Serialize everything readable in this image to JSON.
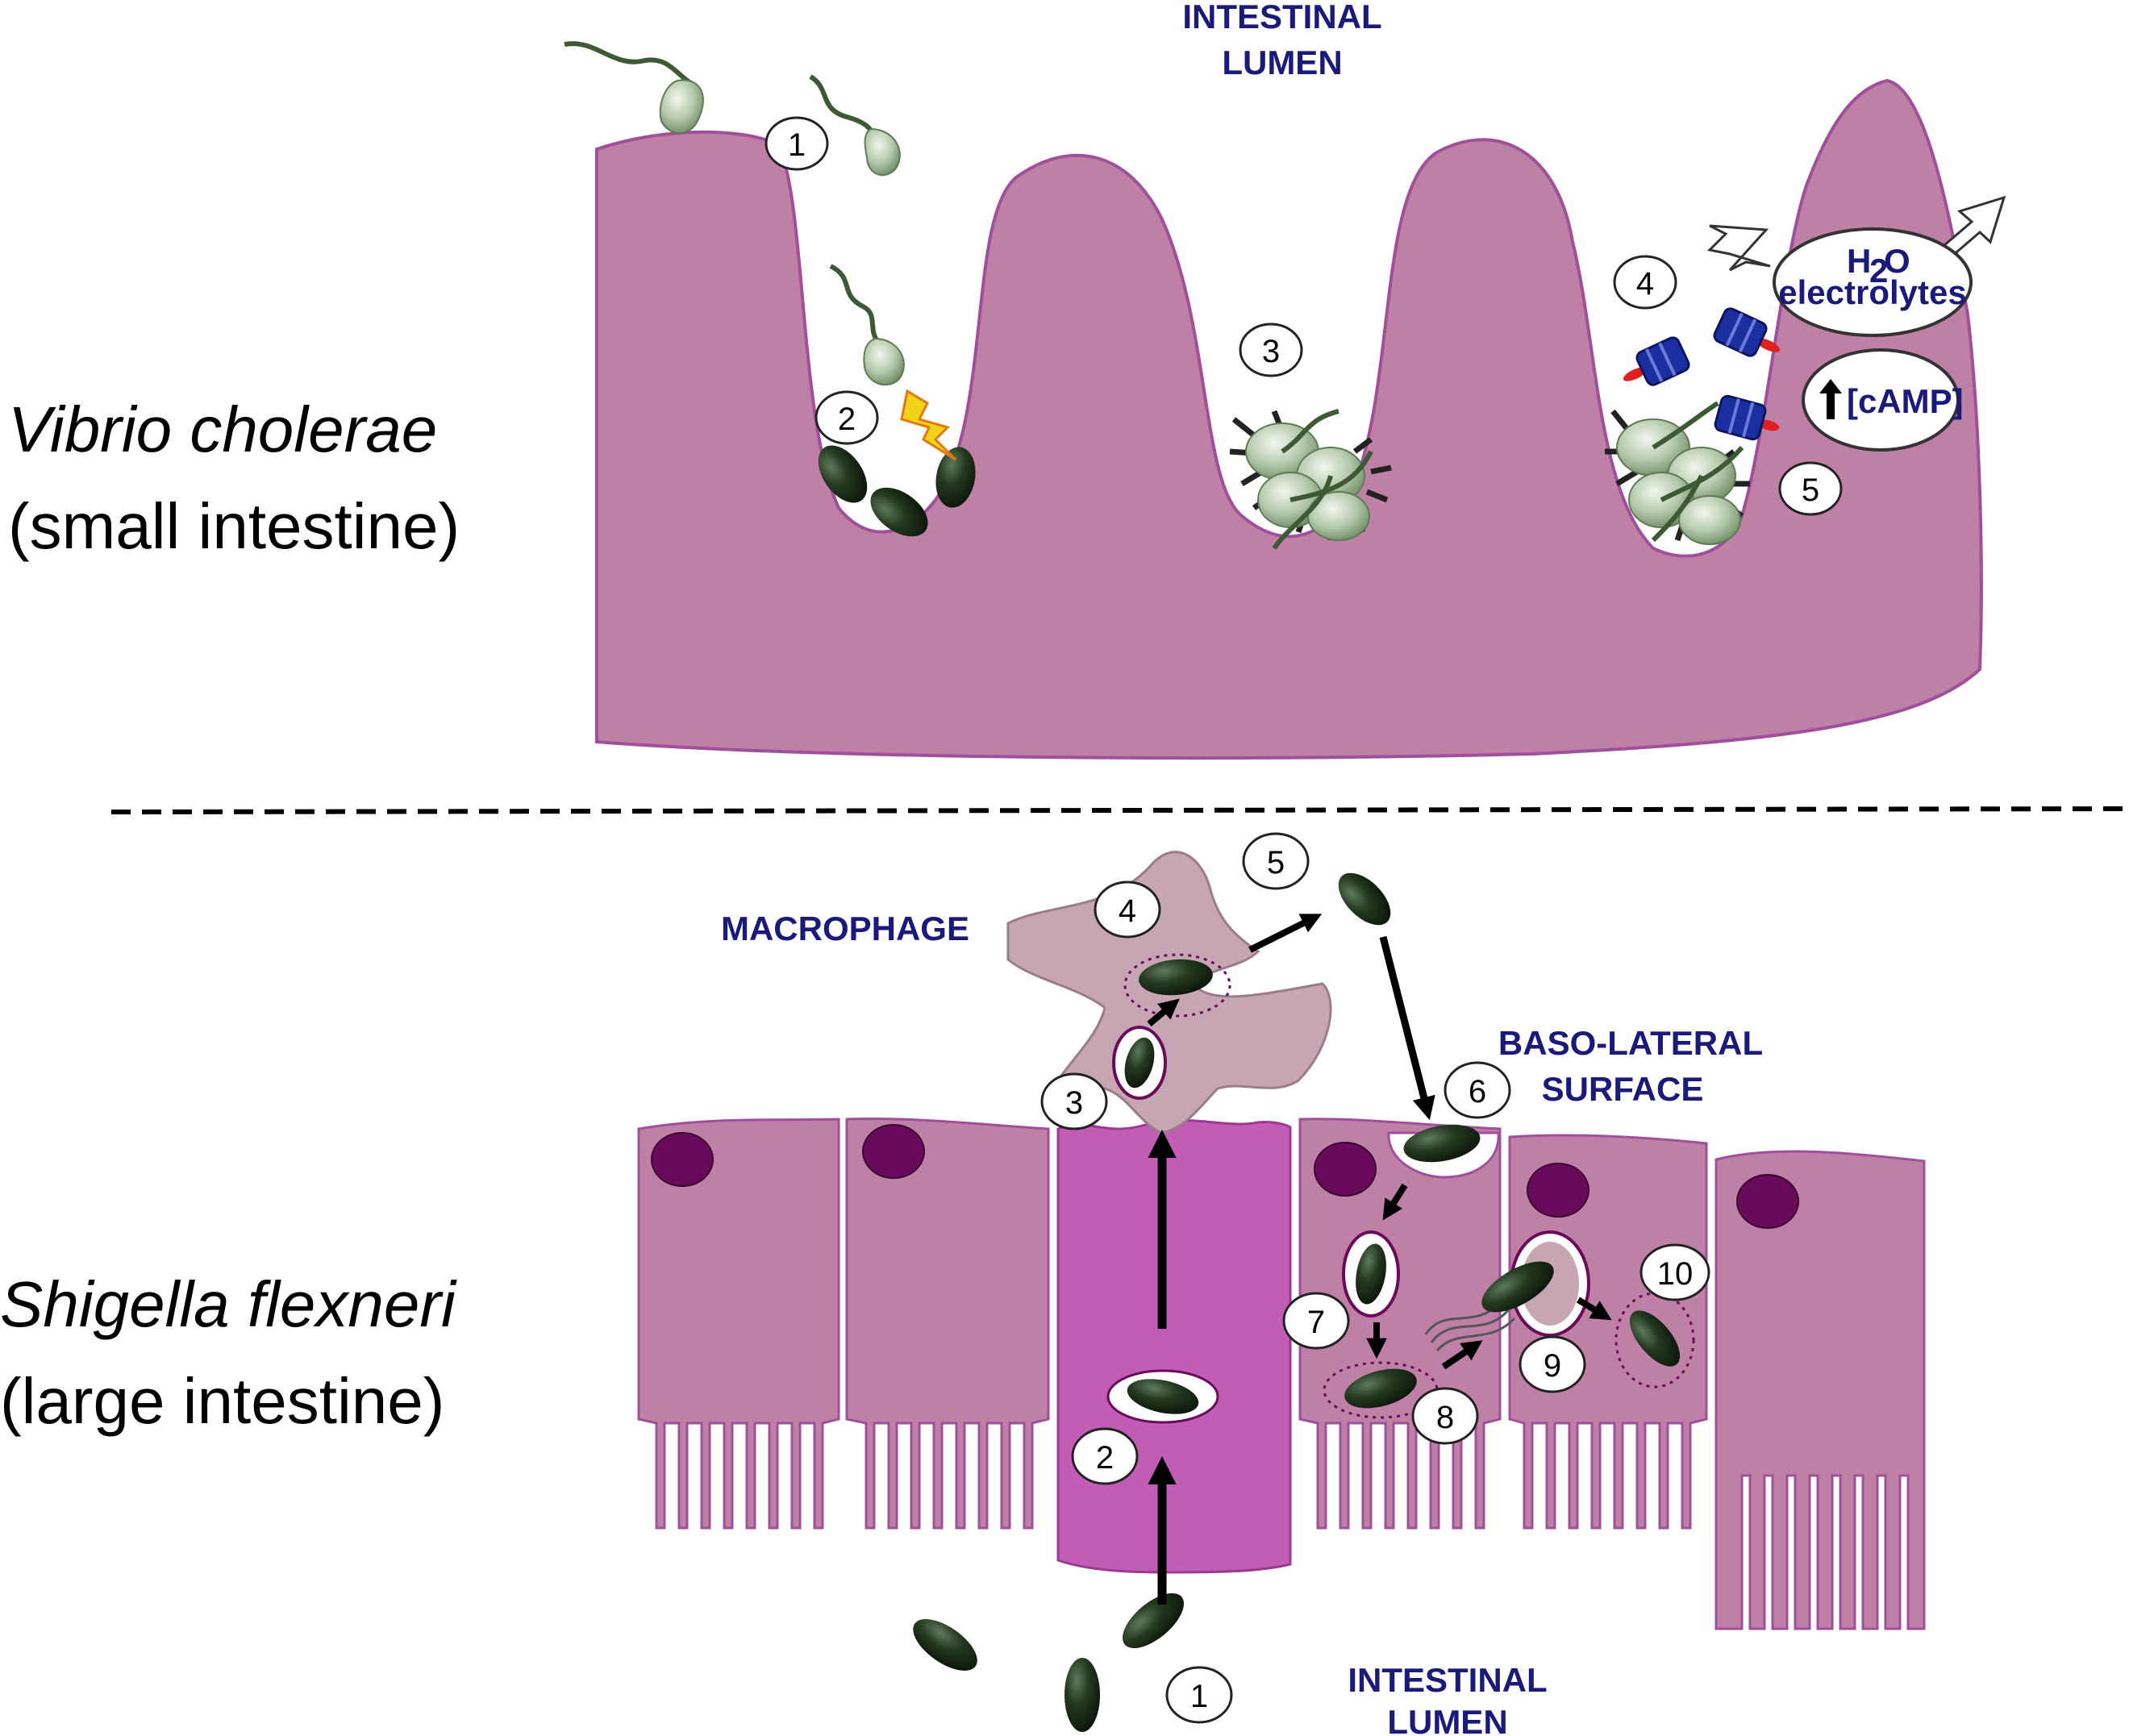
{
  "top": {
    "species": "Vibrio cholerae",
    "site": "(small intestine)",
    "lumen_line1": "INTESTINAL",
    "lumen_line2": "LUMEN",
    "h2o_main": "H",
    "h2o_sub": "2",
    "h2o_end": "O",
    "electrolytes": "electrolytes",
    "camp": "[cAMP]",
    "steps": [
      "1",
      "2",
      "3",
      "4",
      "5"
    ]
  },
  "bottom": {
    "species": "Shigella flexneri",
    "site": "(large intestine)",
    "macrophage": "MACROPHAGE",
    "baso_line1": "BASO-LATERAL",
    "baso_line2": "SURFACE",
    "lumen_line1": "INTESTINAL",
    "lumen_line2": "LUMEN",
    "steps": [
      "1",
      "2",
      "3",
      "4",
      "5",
      "6",
      "7",
      "8",
      "9",
      "10"
    ]
  },
  "colors": {
    "tissue": "#bf80a6",
    "tissue_edge": "#a0509a",
    "m_cell": "#c15db5",
    "nucleus": "#6a0a5a",
    "macrophage": "#c5a6b2",
    "bacterium": "#1f3520",
    "vibrio": "#9cb494",
    "label_blue": "#1a1a7a"
  }
}
